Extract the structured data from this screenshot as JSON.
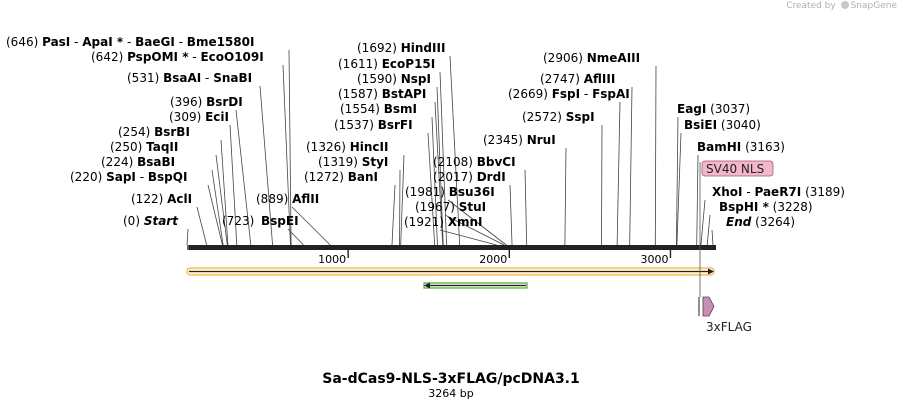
{
  "watermark": {
    "prefix": "Created by",
    "brand": "SnapGene"
  },
  "map": {
    "title": "Sa-dCas9-NLS-3xFLAG/pcDNA3.1",
    "length_label": "3264 bp",
    "length": 3264,
    "ruler_ticks": [
      {
        "pos": 1000,
        "label": "1000"
      },
      {
        "pos": 2000,
        "label": "2000"
      },
      {
        "pos": 3000,
        "label": "3000"
      }
    ]
  },
  "sites": [
    {
      "id": "start",
      "name": "Start",
      "pos": 0,
      "pos_label": "(0)",
      "italic": true
    },
    {
      "id": "acli",
      "name": "AclI",
      "pos": 122,
      "pos_label": "(122)"
    },
    {
      "id": "sapi",
      "name": "SapI",
      "extra": "BspQI",
      "pos": 220,
      "pos_label": "(220)"
    },
    {
      "id": "bsabi",
      "name": "BsaBI",
      "pos": 224,
      "pos_label": "(224)"
    },
    {
      "id": "taqii",
      "name": "TaqII",
      "pos": 250,
      "pos_label": "(250)"
    },
    {
      "id": "bsrbi",
      "name": "BsrBI",
      "pos": 254,
      "pos_label": "(254)"
    },
    {
      "id": "ecii",
      "name": "EciI",
      "pos": 309,
      "pos_label": "(309)"
    },
    {
      "id": "bsrdi",
      "name": "BsrDI",
      "pos": 396,
      "pos_label": "(396)"
    },
    {
      "id": "bsaai",
      "name": "BsaAI",
      "extra": "SnaBI",
      "pos": 531,
      "pos_label": "(531)"
    },
    {
      "id": "pspomi",
      "name": "PspOMI",
      "star": "*",
      "extra": "EcoO109I",
      "pos": 642,
      "pos_label": "(642)"
    },
    {
      "id": "pasi",
      "name": "PasI",
      "extra": "ApaI",
      "extra_star": "*",
      "extra2": "BaeGI",
      "extra3": "Bme1580I",
      "pos": 646,
      "pos_label": "(646)"
    },
    {
      "id": "bspei",
      "name": "BspEI",
      "pos": 723,
      "pos_label": "(723)",
      "label_first": true
    },
    {
      "id": "afiii",
      "name": "AflII",
      "pos": 889,
      "pos_label": "(889)"
    },
    {
      "id": "bani",
      "name": "BanI",
      "pos": 1272,
      "pos_label": "(1272)"
    },
    {
      "id": "styi",
      "name": "StyI",
      "pos": 1319,
      "pos_label": "(1319)"
    },
    {
      "id": "hincii",
      "name": "HincII",
      "pos": 1326,
      "pos_label": "(1326)"
    },
    {
      "id": "bsrfi",
      "name": "BsrFI",
      "pos": 1537,
      "pos_label": "(1537)"
    },
    {
      "id": "bsmi",
      "name": "BsmI",
      "pos": 1554,
      "pos_label": "(1554)"
    },
    {
      "id": "bstapi",
      "name": "BstAPI",
      "pos": 1587,
      "pos_label": "(1587)"
    },
    {
      "id": "nspi",
      "name": "NspI",
      "pos": 1590,
      "pos_label": "(1590)"
    },
    {
      "id": "ecop15i",
      "name": "EcoP15I",
      "pos": 1611,
      "pos_label": "(1611)"
    },
    {
      "id": "hindiii",
      "name": "HindIII",
      "pos": 1692,
      "pos_label": "(1692)"
    },
    {
      "id": "xmni",
      "name": "XmnI",
      "pos": 1921,
      "pos_label": "(1921)"
    },
    {
      "id": "stui",
      "name": "StuI",
      "pos": 1967,
      "pos_label": "(1967)"
    },
    {
      "id": "bsu36i",
      "name": "Bsu36I",
      "pos": 1981,
      "pos_label": "(1981)"
    },
    {
      "id": "drdi",
      "name": "DrdI",
      "pos": 2017,
      "pos_label": "(2017)"
    },
    {
      "id": "bbvci",
      "name": "BbvCI",
      "pos": 2108,
      "pos_label": "(2108)"
    },
    {
      "id": "nrui",
      "name": "NruI",
      "pos": 2345,
      "pos_label": "(2345)"
    },
    {
      "id": "sspi",
      "name": "SspI",
      "pos": 2572,
      "pos_label": "(2572)"
    },
    {
      "id": "fspi",
      "name": "FspI",
      "extra": "FspAI",
      "pos": 2669,
      "pos_label": "(2669)"
    },
    {
      "id": "afliii",
      "name": "AflIII",
      "pos": 2747,
      "pos_label": "(2747)"
    },
    {
      "id": "nmeaiii",
      "name": "NmeAIII",
      "pos": 2906,
      "pos_label": "(2906)"
    },
    {
      "id": "eagi",
      "name": "EagI",
      "pos": 3037,
      "pos_label": "(3037)"
    },
    {
      "id": "bsiei",
      "name": "BsiEI",
      "pos": 3040,
      "pos_label": "(3040)"
    },
    {
      "id": "bamhi",
      "name": "BamHI",
      "pos": 3163,
      "pos_label": "(3163)"
    },
    {
      "id": "xhoi",
      "name": "XhoI",
      "extra": "PaeR7I",
      "pos": 3189,
      "pos_label": "(3189)"
    },
    {
      "id": "bsphi",
      "name": "BspHI",
      "star": "*",
      "pos": 3228,
      "pos_label": "(3228)"
    },
    {
      "id": "end",
      "name": "End",
      "pos": 3264,
      "pos_label": "(3264)",
      "italic": true
    }
  ],
  "features": [
    {
      "id": "sv40-nls",
      "label": "SV40 NLS",
      "color": "#f4b7c9",
      "border": "#9a5a70"
    },
    {
      "id": "3xflag",
      "label": "3xFLAG",
      "color": "#c88fb4",
      "border": "#5a3a4f"
    },
    {
      "id": "orf-forward",
      "color": "#f5a623",
      "fill": "#fff4dc"
    },
    {
      "id": "orf-reverse",
      "color": "#57a83a"
    }
  ],
  "colors": {
    "backbone": "#222222",
    "text": "#000000",
    "pos_text": "#000000"
  }
}
